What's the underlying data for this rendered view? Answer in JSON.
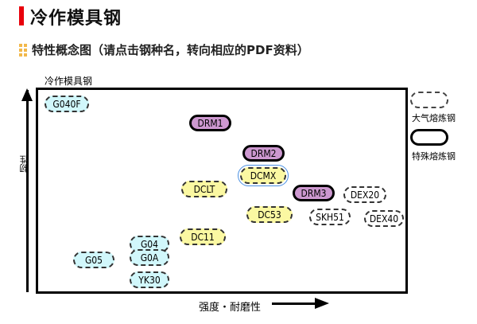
{
  "header": {
    "title": "冷作模具钢",
    "accent_color": "#e8000b"
  },
  "section": {
    "title": "特性概念图（请点击钢种名，转向相应的PDF资料）",
    "bullet_color": "#f2b84a"
  },
  "diagram": {
    "caption": "冷作模具钢",
    "y_axis_label": "韧性",
    "x_axis_label": "强度・耐磨性",
    "legend": [
      {
        "style": "dashed",
        "label": "大气熔炼钢"
      },
      {
        "style": "solid",
        "label": "特殊熔炼钢"
      }
    ],
    "colors": {
      "cyan": "#d1f7fb",
      "yellow": "#fbf8a2",
      "purple": "#cd98d0",
      "white": "#ffffff"
    },
    "grades": [
      {
        "name": "G040F",
        "color": "cyan",
        "style": "dashed"
      },
      {
        "name": "DRM1",
        "color": "purple",
        "style": "solid"
      },
      {
        "name": "DRM2",
        "color": "purple",
        "style": "solid"
      },
      {
        "name": "DCMX",
        "color": "yellow",
        "style": "dashed",
        "selected": true
      },
      {
        "name": "DCLT",
        "color": "yellow",
        "style": "dashed"
      },
      {
        "name": "DRM3",
        "color": "purple",
        "style": "solid"
      },
      {
        "name": "DEX20",
        "color": "white",
        "style": "dashed"
      },
      {
        "name": "DC53",
        "color": "yellow",
        "style": "dashed"
      },
      {
        "name": "SKH51",
        "color": "white",
        "style": "dashed"
      },
      {
        "name": "DEX40",
        "color": "white",
        "style": "dashed"
      },
      {
        "name": "DC11",
        "color": "yellow",
        "style": "dashed"
      },
      {
        "name": "G04",
        "color": "cyan",
        "style": "dashed"
      },
      {
        "name": "G0A",
        "color": "cyan",
        "style": "dashed"
      },
      {
        "name": "G05",
        "color": "cyan",
        "style": "dashed"
      },
      {
        "name": "YK30",
        "color": "cyan",
        "style": "dashed"
      }
    ]
  }
}
